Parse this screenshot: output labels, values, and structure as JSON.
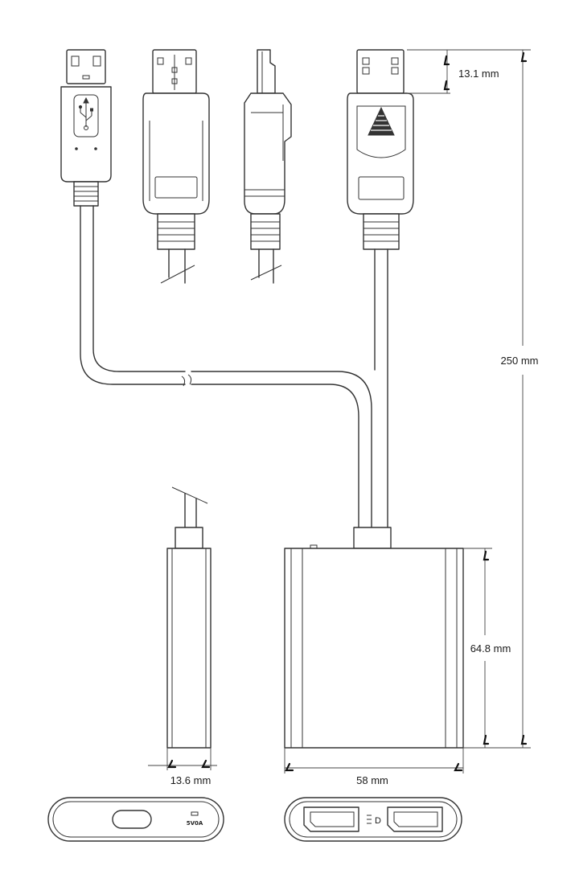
{
  "dimensions": {
    "plug_length": "13.1 mm",
    "cable_length": "250 mm",
    "body_height": "64.8 mm",
    "body_depth": "13.6 mm",
    "body_width": "58 mm"
  },
  "markings": {
    "power_port_label": "5V0A",
    "dual_dp_symbol": "D"
  }
}
